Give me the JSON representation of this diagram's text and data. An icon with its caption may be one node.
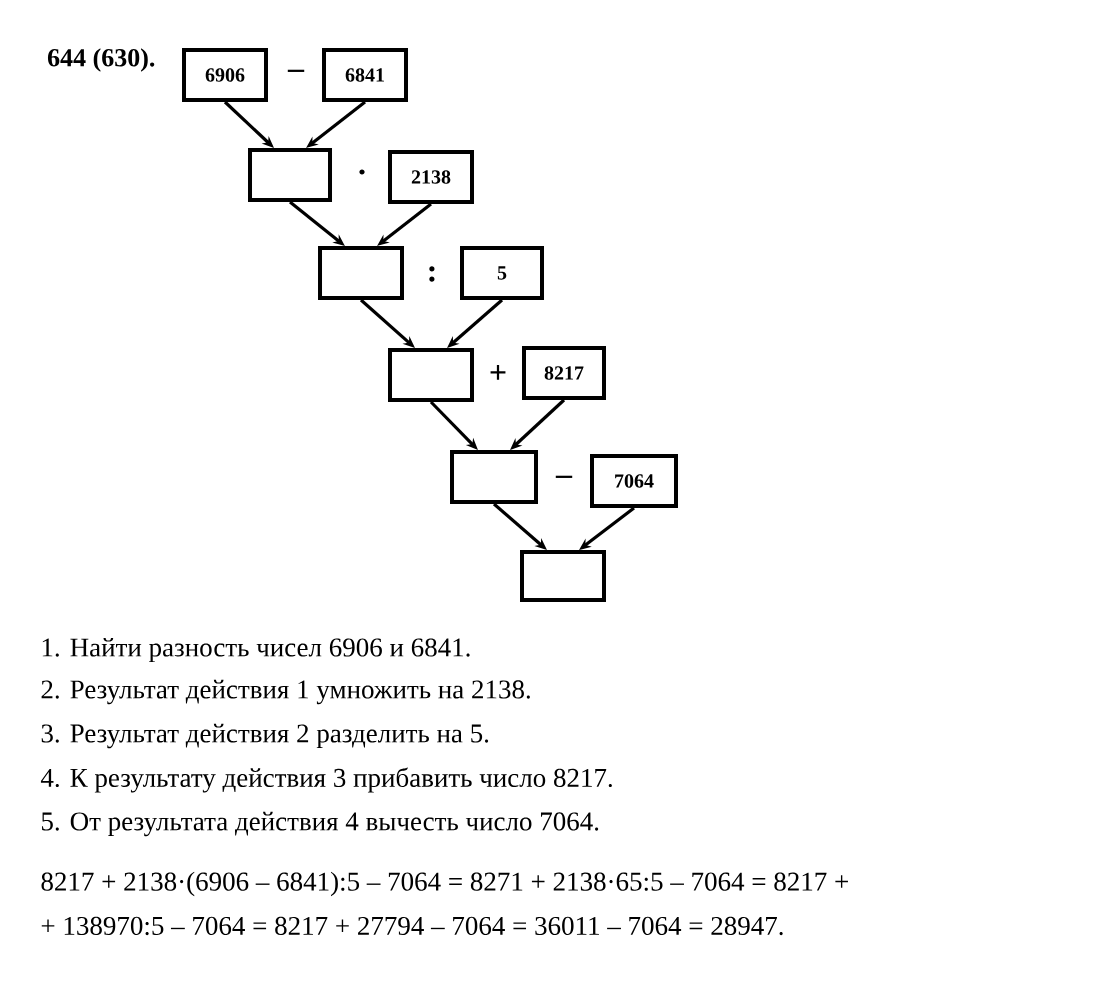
{
  "diagram": {
    "title": "644 (630).",
    "nodes": [
      {
        "text": [
          "6906"
        ]
      },
      {
        "text": [
          "6841"
        ]
      },
      {
        "text": [],
        "shape": "box"
      },
      {
        "text": [
          "2138"
        ]
      },
      {
        "text": [],
        "shape": "box"
      },
      {
        "text": [
          "5"
        ]
      },
      {
        "text": [],
        "shape": "box"
      },
      {
        "text": [
          "8217"
        ]
      },
      {
        "text": [],
        "shape": "box"
      },
      {
        "text": [
          "7064"
        ]
      },
      {
        "text": [],
        "shape": "box"
      }
    ],
    "edges": [
      {
        "from": 0,
        "to": 2,
        "arrow": "to"
      },
      {
        "from": 1,
        "to": 2,
        "arrow": "to"
      },
      {
        "from": 2,
        "to": 4,
        "arrow": "to"
      },
      {
        "from": 3,
        "to": 4,
        "arrow": "to"
      },
      {
        "from": 4,
        "to": 6,
        "arrow": "to"
      },
      {
        "from": 5,
        "to": 6,
        "arrow": "to"
      },
      {
        "from": 6,
        "to": 8,
        "arrow": "to"
      },
      {
        "from": 7,
        "to": 8,
        "arrow": "to"
      },
      {
        "from": 8,
        "to": 10,
        "arrow": "to"
      },
      {
        "from": 9,
        "to": 10,
        "arrow": "to"
      }
    ],
    "labels": [
      "–",
      "·",
      ":",
      "+",
      "–",
      "1. Найти разность чисел 6906 и 6841.",
      "2. Результат действия 1 умножить на 2138.",
      "3. Результат действия 2 разделить на 5.",
      "4. К результату действия 3 прибавить число 8217.",
      "5. От результата действия 4 вычесть число 7064.",
      "8217 + 2138·(6906 – 6841):5 – 7064 = 8271 + 2138·65:5 – 7064 = 8217 +",
      "+ 138970:5 – 7064 = 8217 + 27794 – 7064 = 36011 – 7064 = 28947."
    ]
  }
}
